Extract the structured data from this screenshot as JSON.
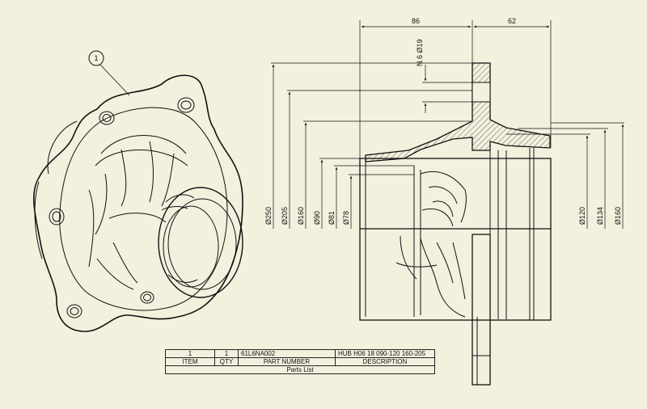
{
  "balloon": {
    "number": "1"
  },
  "dimensions": {
    "top_left": "86",
    "top_right": "62",
    "holes": "N.6 Ø19",
    "d250": "Ø250",
    "d205": "Ø205",
    "d160": "Ø160",
    "d90": "Ø90",
    "d81": "Ø81",
    "d78": "Ø78",
    "d120_right": "Ø120",
    "d134_right": "Ø134",
    "d160_right": "Ø160"
  },
  "parts_list": {
    "title": "Parts List",
    "headers": {
      "item": "ITEM",
      "qty": "QTY",
      "part_number": "PART NUMBER",
      "description": "DESCRIPTION"
    },
    "rows": [
      {
        "item": "1",
        "qty": "1",
        "part_number": "61L6NA002",
        "description": "HUB H06 18 090-120 160-205"
      }
    ]
  },
  "colors": {
    "paper": "#f2f1de",
    "line": "#111111"
  }
}
